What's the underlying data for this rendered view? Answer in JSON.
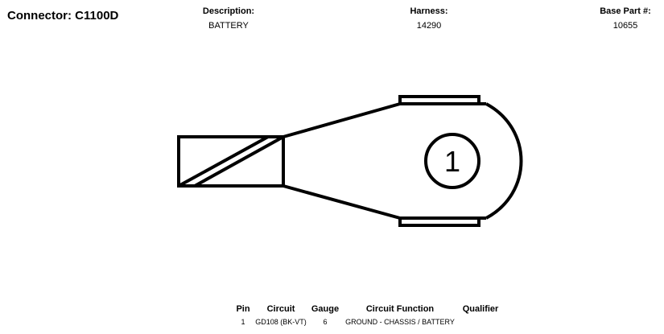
{
  "connector": {
    "title": "Connector: C1100D"
  },
  "header": {
    "description_label": "Description:",
    "description_value": "BATTERY",
    "harness_label": "Harness:",
    "harness_value": "14290",
    "base_part_label": "Base Part #:",
    "base_part_value": "10655"
  },
  "diagram": {
    "pin_number": "1"
  },
  "pin_table": {
    "headers": [
      "Pin",
      "Circuit",
      "Gauge",
      "Circuit Function",
      "Qualifier"
    ],
    "rows": [
      [
        "1",
        "GD108 (BK-VT)",
        "6",
        "GROUND - CHASSIS / BATTERY",
        ""
      ]
    ]
  }
}
